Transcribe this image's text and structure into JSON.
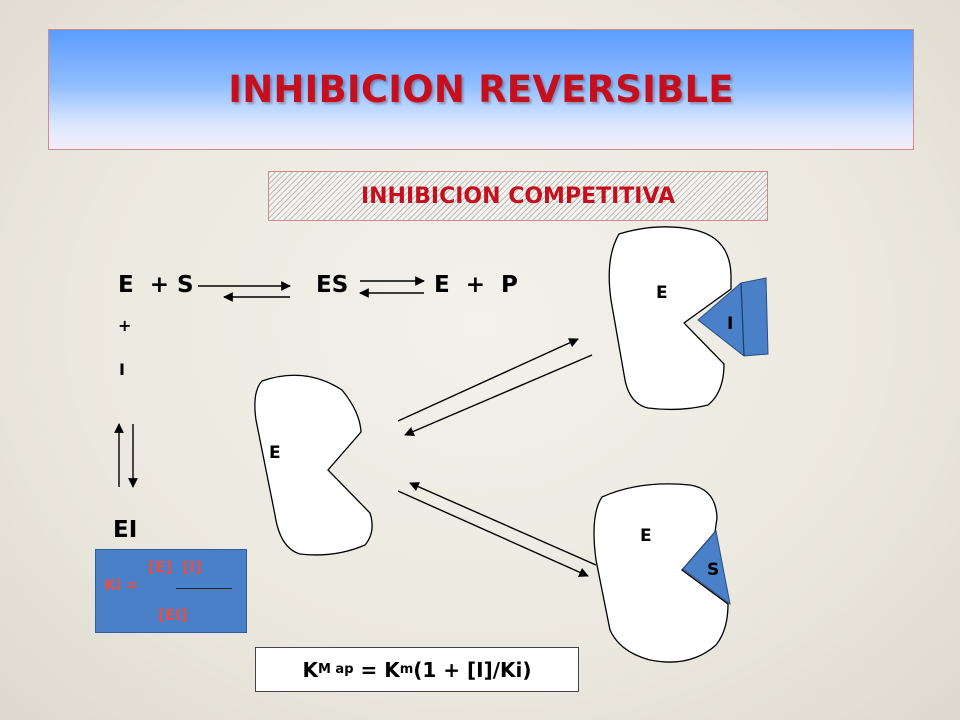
{
  "title": "INHIBICION REVERSIBLE",
  "subtitle": "INHIBICION COMPETITIVA",
  "equation": {
    "e_plus_s": "E  + S",
    "es": "ES",
    "e_plus_p": "E  +  P",
    "plus": "+",
    "i": "I",
    "ei": "EI"
  },
  "ki": {
    "label": "Ki =",
    "numerator": "[E]  [I]",
    "denominator": "[EI]"
  },
  "km": {
    "k": "K",
    "k_sub": "M ap",
    "eq1": " = K",
    "km_sub": "m",
    "eq2": "(1 + [I]/Ki)"
  },
  "enzymes": {
    "free": "E",
    "inhibited": "E",
    "inhibitor": "I",
    "substrate_bound": "E",
    "substrate": "S"
  },
  "colors": {
    "title_text": "#c4101e",
    "title_gradient_top": "#5a9cff",
    "ki_box": "#4a80c8",
    "ligand": "#4a80c8"
  }
}
